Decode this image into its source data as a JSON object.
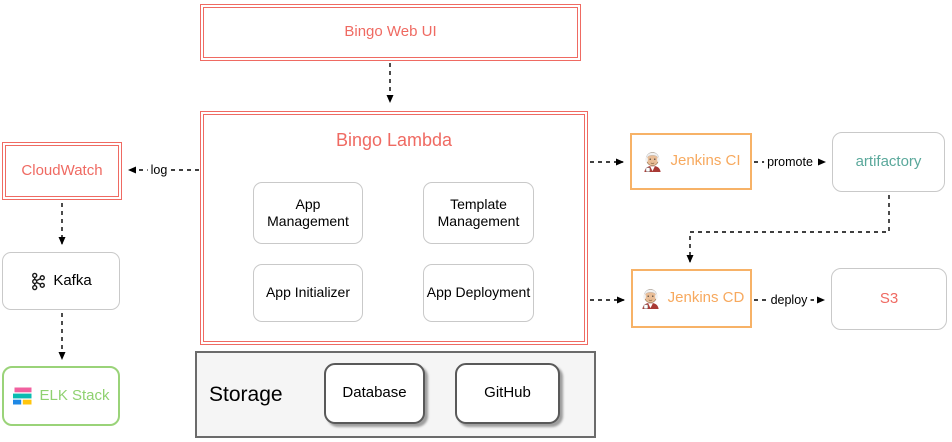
{
  "nodes": {
    "bingoWebUi": {
      "label": "Bingo Web UI",
      "color": "#ef6a62"
    },
    "bingoLambda": {
      "label": "Bingo Lambda",
      "color": "#ef6a62"
    },
    "appManagement": {
      "label": "App Management"
    },
    "templateManagement": {
      "label": "Template Management"
    },
    "appInitializer": {
      "label": "App Initializer"
    },
    "appDeployment": {
      "label": "App Deployment"
    },
    "cloudwatch": {
      "label": "CloudWatch",
      "color": "#ef6a62"
    },
    "kafka": {
      "label": "Kafka",
      "icon": "kafka-icon"
    },
    "elkStack": {
      "label": "ELK Stack",
      "color": "#8fd170",
      "icon": "elastic-stack-icon"
    },
    "jenkinsCi": {
      "label": "Jenkins CI",
      "color": "#f7a95e",
      "icon": "jenkins-butler-icon"
    },
    "artifactory": {
      "label": "artifactory",
      "color": "#5aa89b"
    },
    "jenkinsCd": {
      "label": "Jenkins CD",
      "color": "#f7a95e",
      "icon": "jenkins-butler-icon"
    },
    "s3": {
      "label": "S3",
      "color": "#ef6a62"
    },
    "storage": {
      "label": "Storage"
    },
    "database": {
      "label": "Database"
    },
    "github": {
      "label": "GitHub"
    }
  },
  "edgeLabels": {
    "log": "log",
    "promote": "promote",
    "deploy": "deploy"
  },
  "colors": {
    "red": "#ef6a62",
    "orangeBorder": "#f7b267",
    "orangeText": "#f7a95e",
    "teal": "#5aa89b",
    "green": "#9ad379",
    "greyBorder": "#c9c9c9",
    "darkGreyBorder": "#595959",
    "storageBackground": "#f5f5f5",
    "elasticPink": "#f1609f",
    "elasticTeal": "#0abbb1",
    "elasticBlue": "#1e88e5",
    "elasticYellow": "#ffc50d"
  }
}
